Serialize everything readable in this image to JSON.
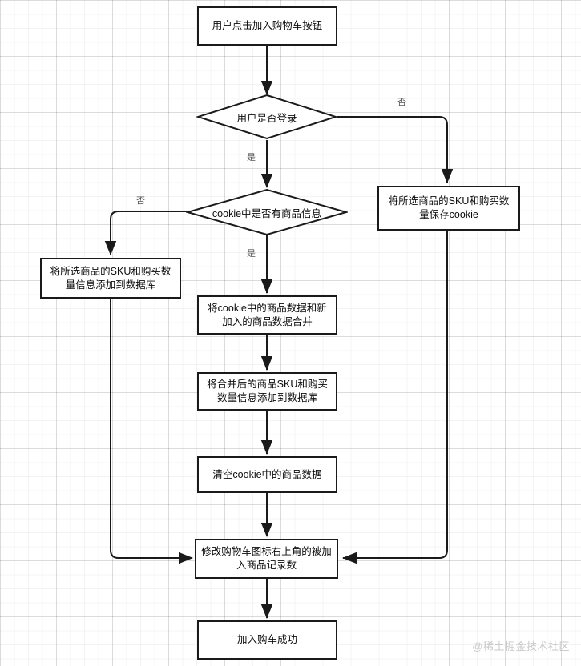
{
  "diagram": {
    "title_watermark": "@稀土掘金技术社区",
    "nodes": [
      {
        "id": "start",
        "type": "process",
        "label": "用户点击加入购物车按钮"
      },
      {
        "id": "is_login",
        "type": "decision",
        "label": "用户是否登录"
      },
      {
        "id": "has_cookie",
        "type": "decision",
        "label": "cookie中是否有商品信息"
      },
      {
        "id": "save_cookie",
        "type": "process",
        "label": "将所选商品的SKU和购买数量保存cookie"
      },
      {
        "id": "add_db",
        "type": "process",
        "label": "将所选商品的SKU和购买数量信息添加到数据库"
      },
      {
        "id": "merge",
        "type": "process",
        "label": "将cookie中的商品数据和新加入的商品数据合并"
      },
      {
        "id": "add_merged_db",
        "type": "process",
        "label": "将合并后的商品SKU和购买数量信息添加到数据库"
      },
      {
        "id": "clear_cookie",
        "type": "process",
        "label": "清空cookie中的商品数据"
      },
      {
        "id": "update_badge",
        "type": "process",
        "label": "修改购物车图标右上角的被加入商品记录数"
      },
      {
        "id": "success",
        "type": "process",
        "label": "加入购车成功"
      }
    ],
    "edge_labels": {
      "login_no": "否",
      "login_yes": "是",
      "cookie_no": "否",
      "cookie_yes": "是"
    },
    "colors": {
      "stroke": "#1a1a1a",
      "fill": "#ffffff",
      "grid_major": "#e6e6e6",
      "grid_minor": "#f2f2f2",
      "text": "#0b0b0b",
      "label_text": "#555555",
      "watermark": "#c9c9c9"
    }
  }
}
